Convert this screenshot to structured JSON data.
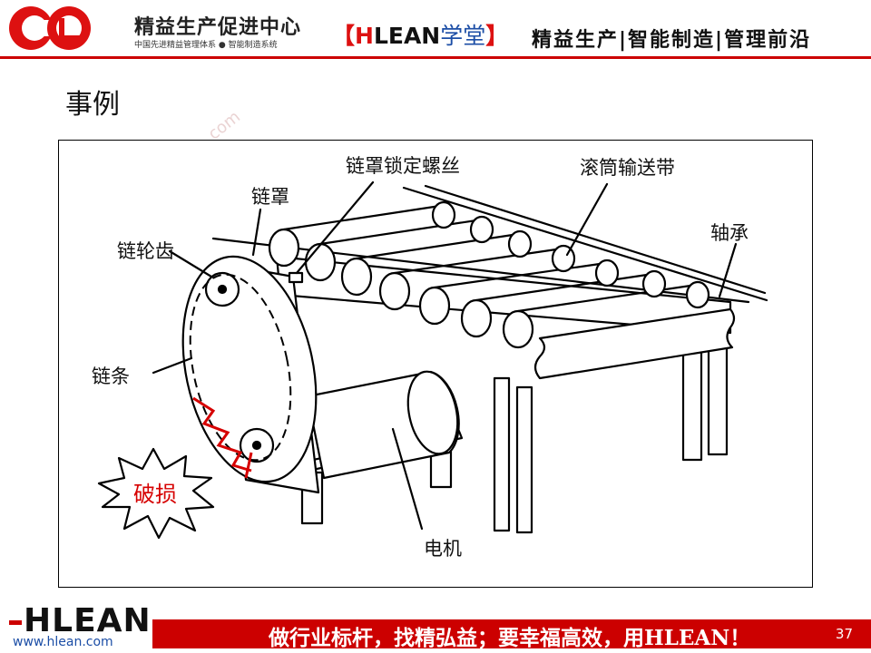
{
  "header": {
    "org_name": "精益生产促进中心",
    "org_sub": "中国先进精益管理体系 ● 智能制造系统",
    "academy_open": "【",
    "academy_h": "H",
    "academy_lean": "LEAN",
    "academy_xt": "学堂",
    "academy_close": "】",
    "tagline": "精益生产|智能制造|管理前沿"
  },
  "slide": {
    "title": "事例",
    "watermark": "com"
  },
  "diagram": {
    "labels": {
      "chain_cover_bolt": "链罩锁定螺丝",
      "roller_conveyor": "滚筒输送带",
      "chain_cover": "链罩",
      "bearing": "轴承",
      "sprocket": "链轮齿",
      "chain": "链条",
      "damage": "破损",
      "motor": "电机"
    },
    "colors": {
      "damage": "#d60000",
      "line": "#000000"
    }
  },
  "footer": {
    "logo_h": "H",
    "logo_rest": "LEAN",
    "url": "www.hlean.com",
    "slogan": "做行业标杆，找精弘益；要幸福高效，用HLEAN！",
    "page": "37"
  },
  "colors": {
    "brand_red": "#cc0000",
    "brand_blue": "#1c4ea6"
  }
}
